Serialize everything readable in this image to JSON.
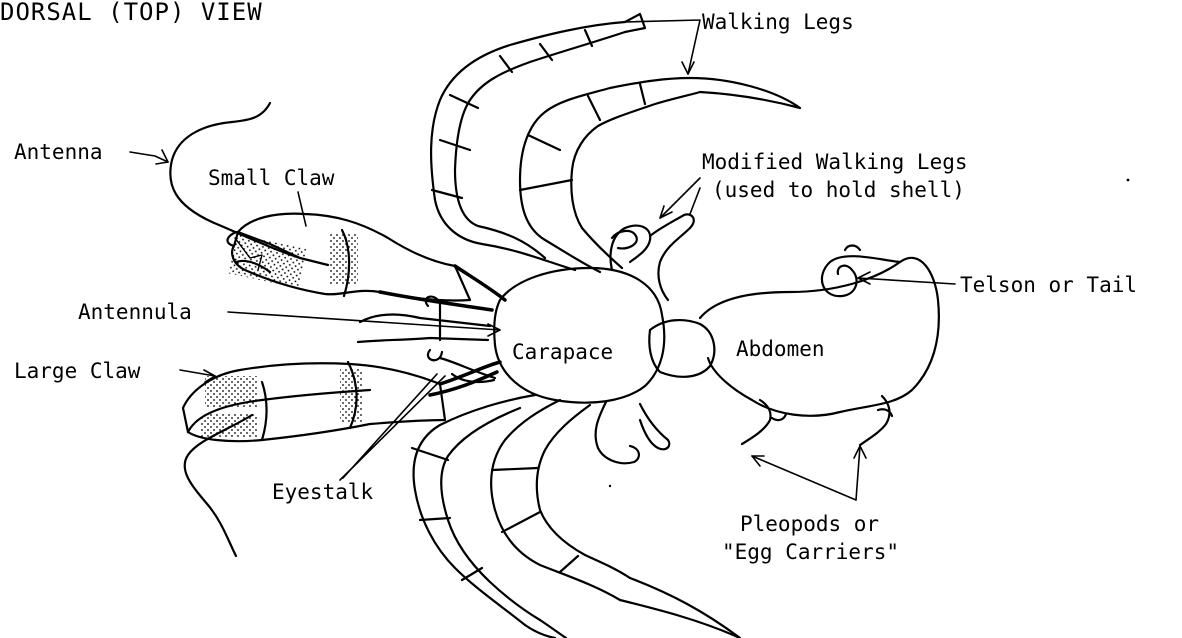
{
  "title": "DORSAL (TOP) VIEW",
  "labels": {
    "walking_legs": "Walking Legs",
    "antenna": "Antenna",
    "small_claw": "Small Claw",
    "modified_legs_line1": "Modified Walking Legs",
    "modified_legs_line2": "(used to hold shell)",
    "telson": "Telson or Tail",
    "antennule": "Antennula",
    "carapace": "Carapace",
    "abdomen": "Abdomen",
    "large_claw": "Large Claw",
    "eyestalk": "Eyestalk",
    "pleopods_line1": "Pleopods or",
    "pleopods_line2": "\"Egg Carriers\""
  },
  "colors": {
    "ink": "#000000",
    "paper": "#ffffff"
  }
}
